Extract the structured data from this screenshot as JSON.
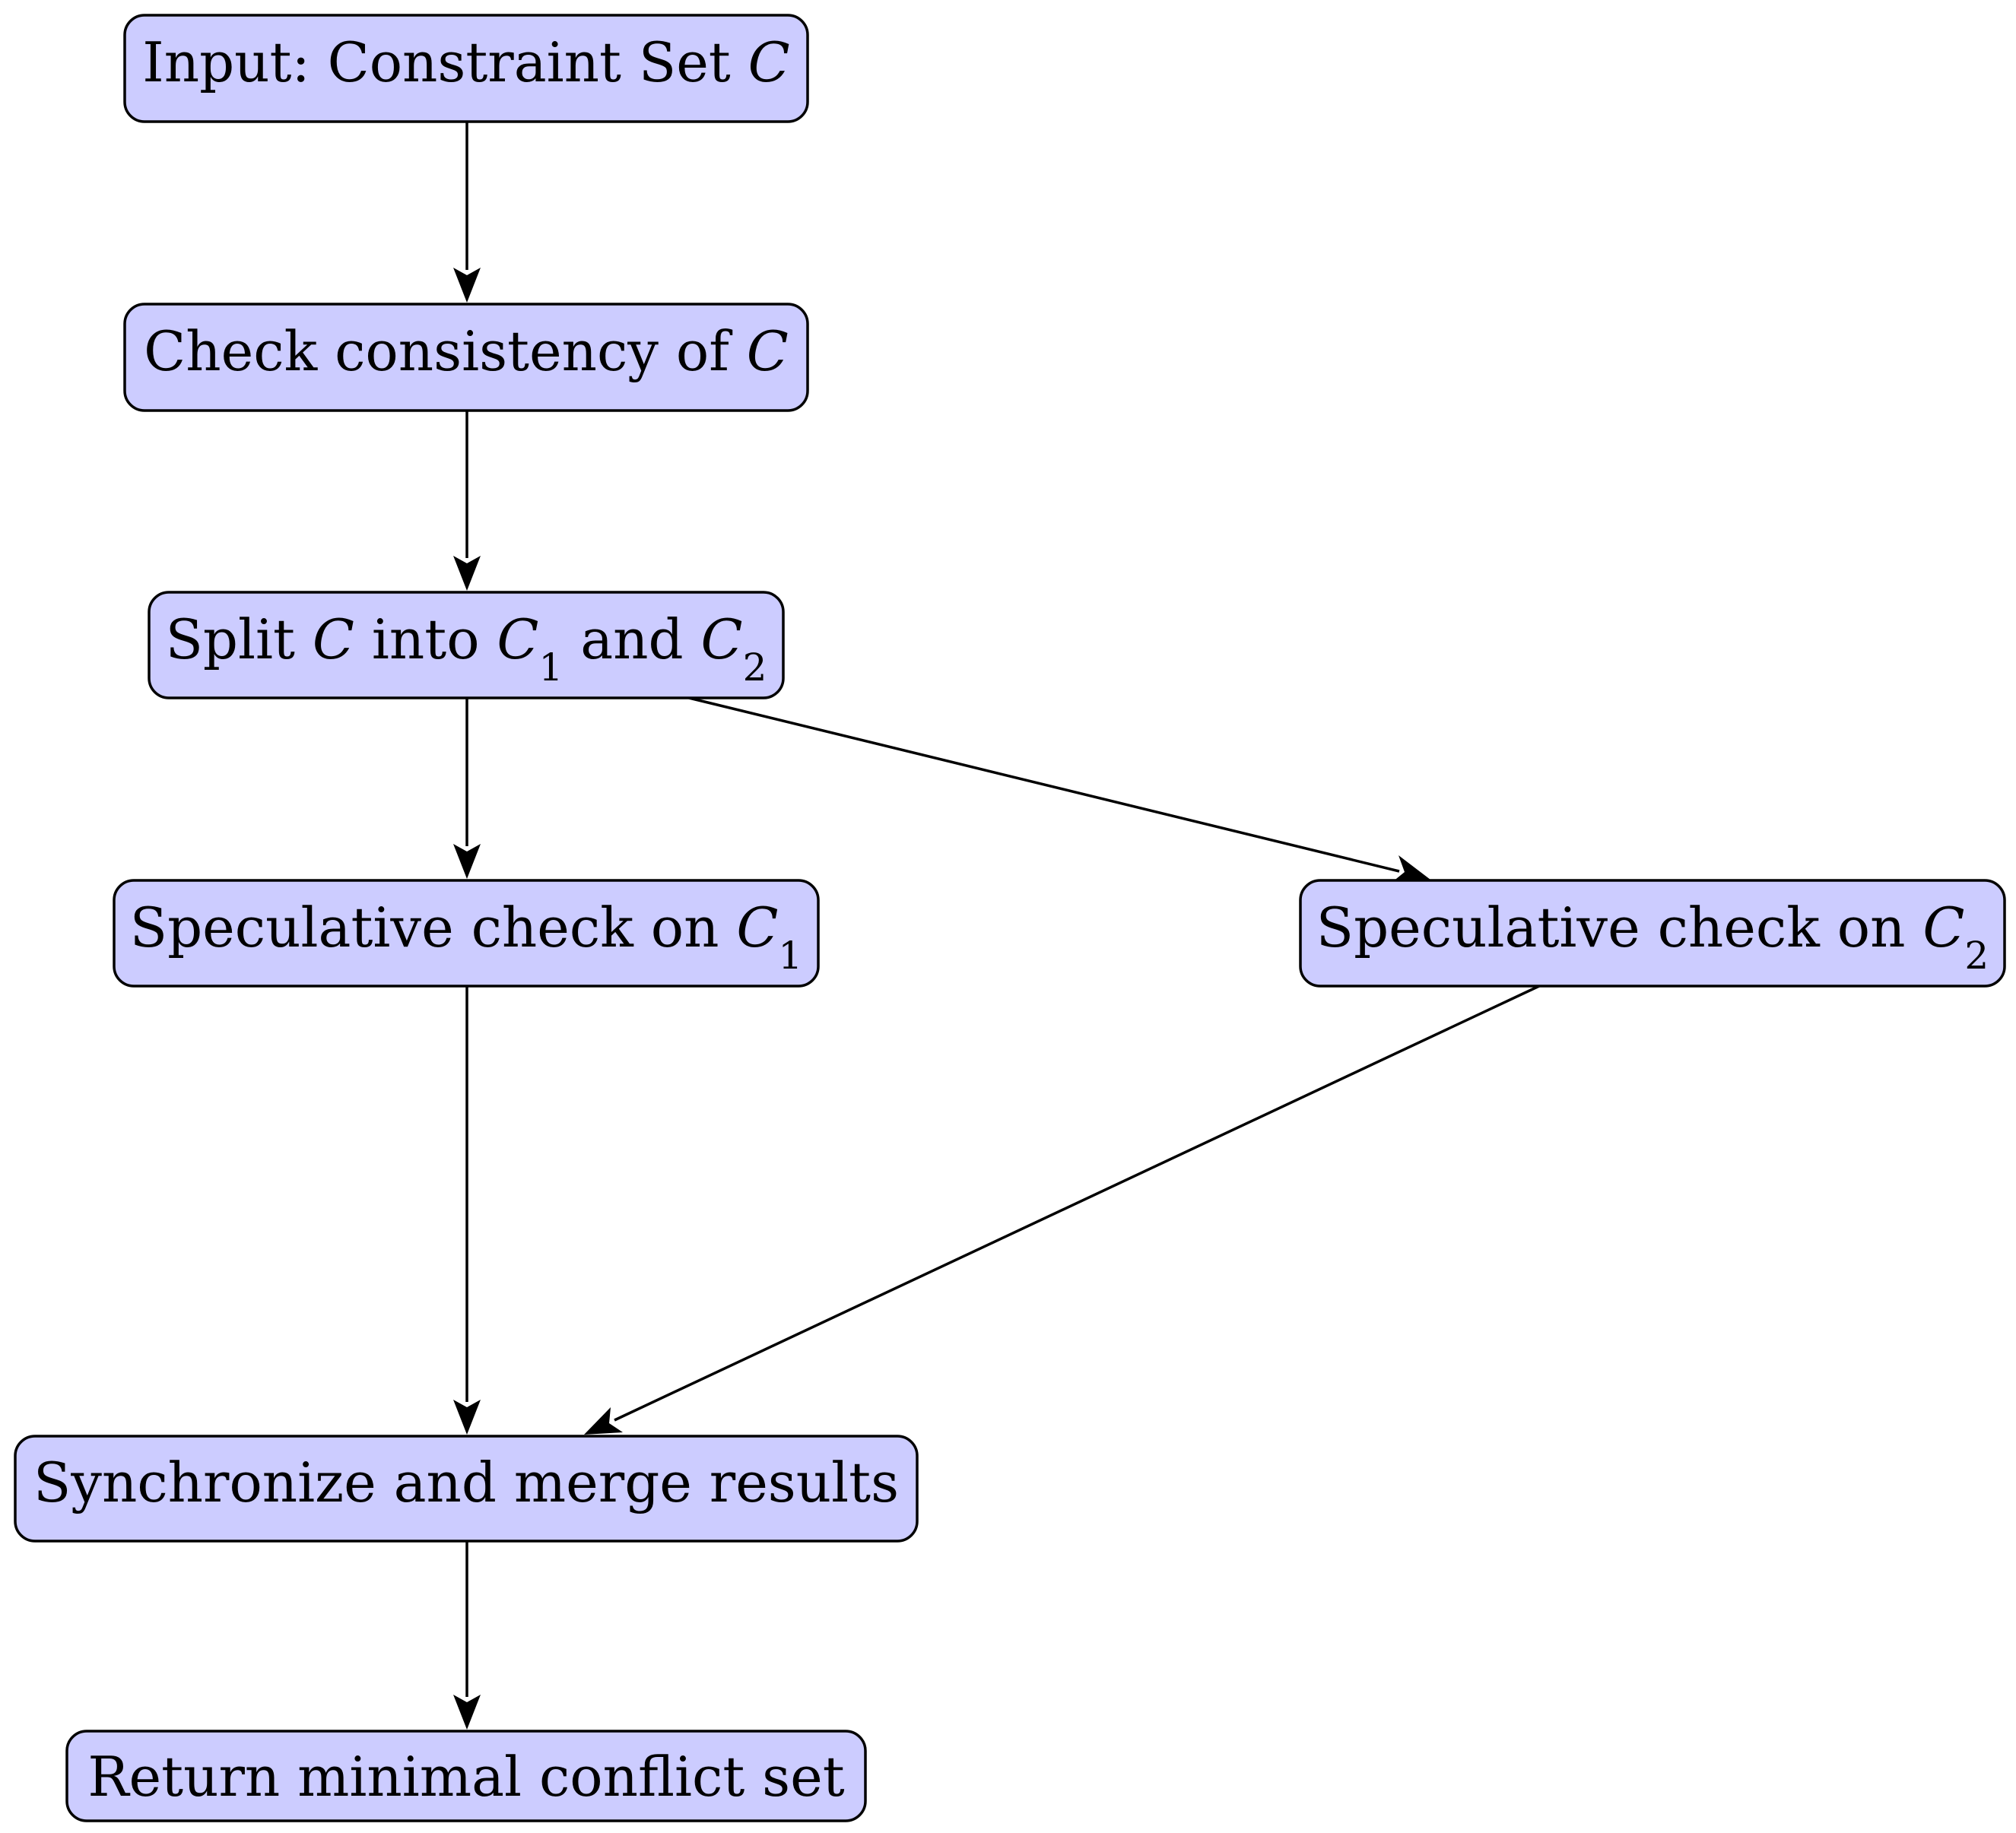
{
  "nodes": {
    "input": {
      "text": "Input: Constraint Set ",
      "sym": "C"
    },
    "check": {
      "text": "Check consistency of ",
      "sym": "C"
    },
    "split": {
      "p1": "Split ",
      "s1": "C",
      "p2": " into ",
      "s2": "C",
      "sub2": "1",
      "p3": " and ",
      "s3": "C",
      "sub3": "2"
    },
    "spec1": {
      "text": "Speculative check on ",
      "sym": "C",
      "sub": "1"
    },
    "spec2": {
      "text": "Speculative check on ",
      "sym": "C",
      "sub": "2"
    },
    "sync": {
      "text": "Synchronize and merge results"
    },
    "ret": {
      "text": "Return minimal conflict set"
    }
  },
  "colors": {
    "node_fill": "#ccccff",
    "stroke": "#000000"
  }
}
